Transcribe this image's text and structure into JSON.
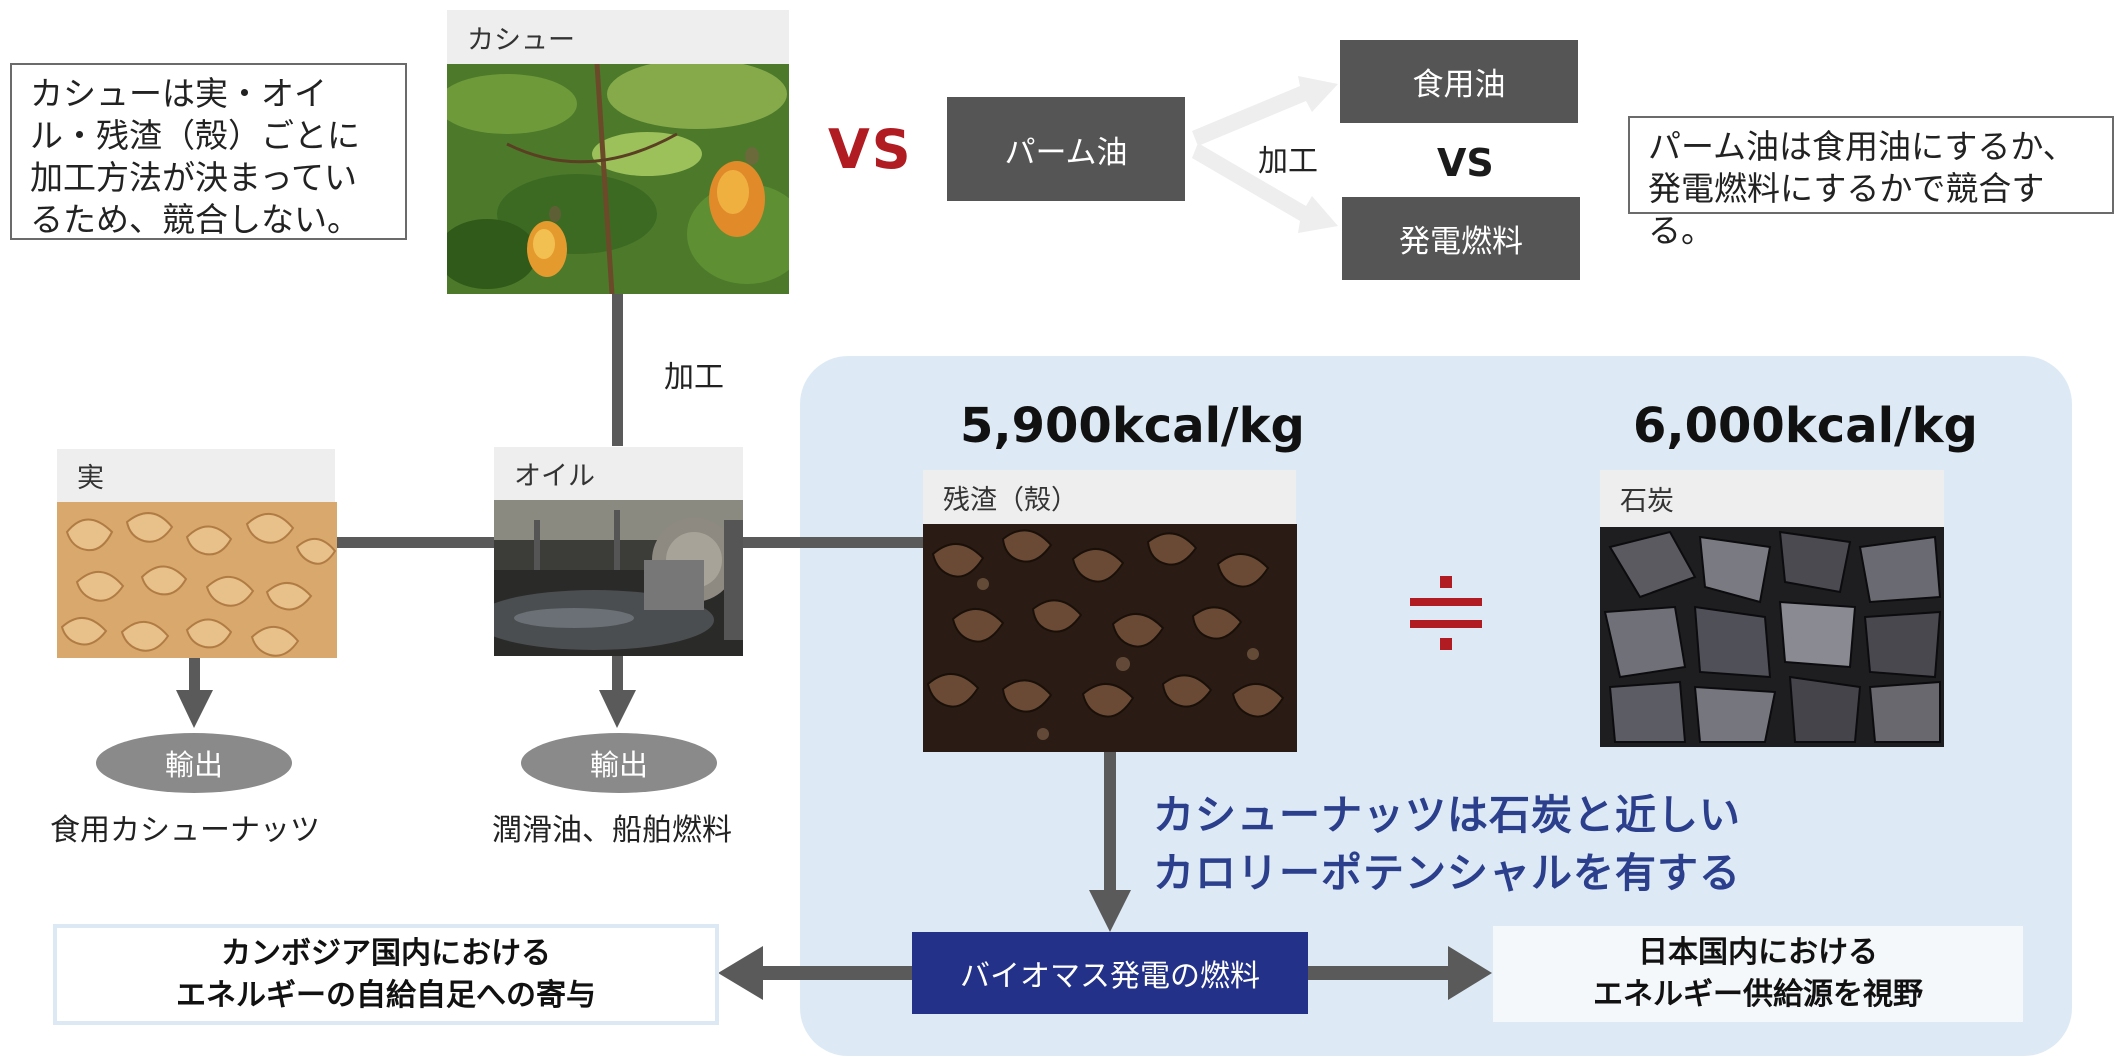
{
  "notes": {
    "cashew": "カシューは実・オイル・残渣（殻）ごとに加工方法が決まっているため、競合しない。",
    "palm_line1": "パーム油は食用油にするか、",
    "palm_line2": "発電燃料にするかで競合する。"
  },
  "cashew_photo": {
    "label": "カシュー"
  },
  "vs_main": "VS",
  "palm": {
    "source": "パーム油",
    "process_label": "加工",
    "edible": "食用油",
    "vs": "VS",
    "power_fuel": "発電燃料"
  },
  "process_label": "加工",
  "nut": {
    "label": "実",
    "export": "輸出",
    "use": "食用カシューナッツ"
  },
  "oil": {
    "label": "オイル",
    "export": "輸出",
    "use": "潤滑油、船舶燃料"
  },
  "shell": {
    "label": "残渣（殻）",
    "kcal": "5,900kcal/kg"
  },
  "coal": {
    "label": "石炭",
    "kcal": "6,000kcal/kg"
  },
  "approx_symbol": "≒",
  "headline": {
    "line1": "カシューナッツは石炭と近しい",
    "line2": "カロリーポテンシャルを有する"
  },
  "fuel_box": "バイオマス発電の燃料",
  "cambodia": {
    "line1": "カンボジア国内における",
    "line2": "エネルギーの自給自足への寄与"
  },
  "japan": {
    "line1": "日本国内における",
    "line2": "エネルギー供給源を視野"
  },
  "colors": {
    "dark_box": "#555555",
    "vs_red": "#b01c22",
    "headline_blue": "#2b3f8c",
    "fuel_blue": "#233288",
    "panel_bg": "#ddeaf5",
    "connector": "#5a5a5a"
  }
}
